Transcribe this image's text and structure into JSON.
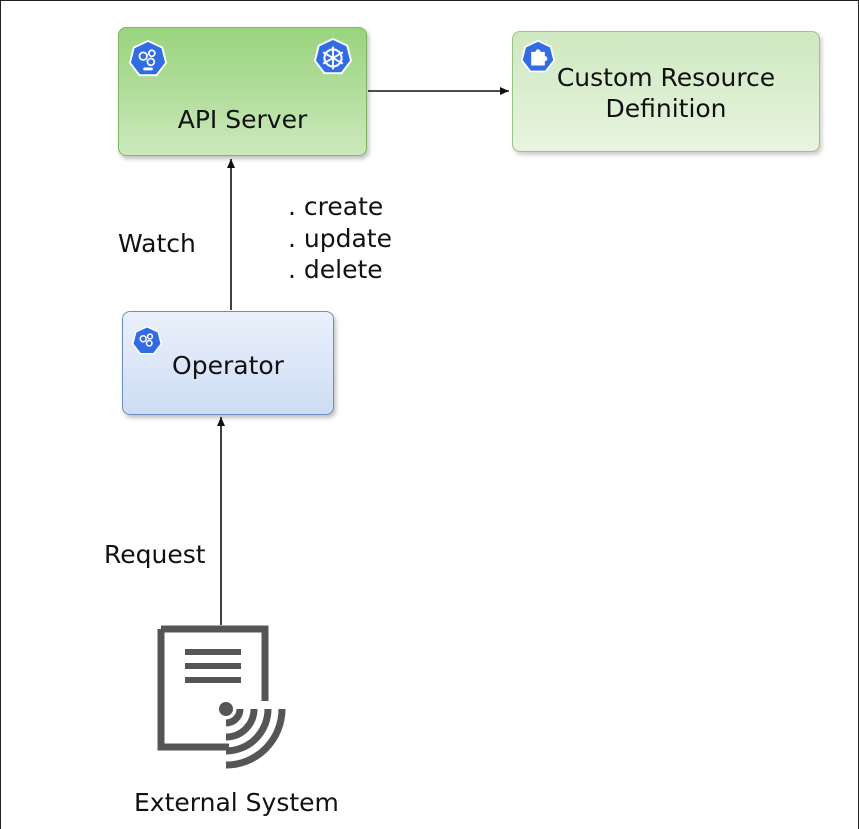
{
  "nodes": {
    "api_server": {
      "label": "API Server"
    },
    "crd": {
      "label_lines": [
        "Custom Resource",
        "Definition"
      ]
    },
    "operator": {
      "label": "Operator"
    },
    "external_system": {
      "label": "External System"
    }
  },
  "edges": {
    "watch": {
      "label": "Watch"
    },
    "request": {
      "label": "Request"
    },
    "verbs": [
      ". create",
      ". update",
      ". delete"
    ]
  },
  "icons": {
    "api_badge": "kubernetes-api-icon",
    "control_plane_badge": "kubernetes-helm-wheel-icon",
    "operator_badge": "kubernetes-operator-icon",
    "crd_badge": "puzzle-crd-icon",
    "external_system": "document-with-wireless-signal-icon"
  },
  "colors": {
    "api_server_fill": "#b4de9e",
    "crd_fill": "#dcefd1",
    "operator_fill": "#dbe6f8",
    "k8s_blue": "#326ce5",
    "external_icon": "#555555"
  }
}
